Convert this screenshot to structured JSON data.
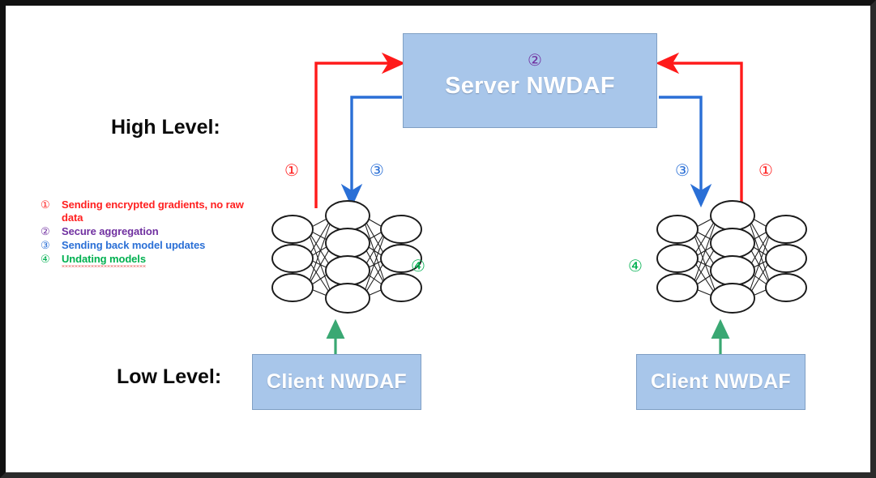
{
  "diagram": {
    "headings": {
      "high_level": "High Level:",
      "low_level": "Low Level:"
    },
    "server": {
      "label": "Server NWDAF",
      "step_badge": "②",
      "fill_color": "#a8c6ea",
      "text_color": "#ffffff"
    },
    "clients": [
      {
        "label": "Client NWDAF"
      },
      {
        "label": "Client NWDAF"
      }
    ],
    "step_badges": {
      "left_up": "①",
      "left_down": "③",
      "right_down": "③",
      "right_up": "①",
      "left_update": "④",
      "right_update": "④"
    },
    "legend": {
      "items": [
        {
          "num": "①",
          "text": "Sending encrypted gradients, no raw data",
          "color": "#ff2020",
          "misspelled": false
        },
        {
          "num": "②",
          "text": "Secure aggregation",
          "color": "#7030a0",
          "misspelled": false
        },
        {
          "num": "③",
          "text": "Sending back model updates",
          "color": "#2a6fd6",
          "misspelled": false
        },
        {
          "num": "④",
          "text": "Undating models",
          "color": "#00b050",
          "misspelled": true
        }
      ]
    },
    "colors": {
      "red_arrow": "#ff1a1a",
      "blue_arrow": "#2a6fd6",
      "green_arrow": "#3aa873",
      "purple": "#7030a0",
      "box_fill": "#a8c6ea",
      "box_border": "#7f9fc4",
      "frame": "#111111"
    },
    "neural_networks": [
      {
        "name": "left-neural-network",
        "layers": [
          3,
          4,
          3
        ]
      },
      {
        "name": "right-neural-network",
        "layers": [
          3,
          4,
          3
        ]
      }
    ]
  }
}
